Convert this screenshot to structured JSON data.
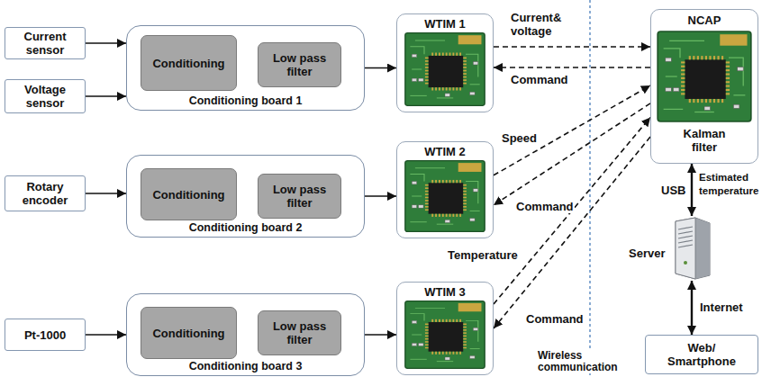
{
  "diagram": {
    "nodes": [
      {
        "text": [
          "Current sensor"
        ]
      },
      {
        "text": [
          "Voltage sensor"
        ]
      },
      {
        "text": [
          "Conditioning board 1"
        ]
      },
      {
        "text": [
          "Conditioning"
        ],
        "in": 2
      },
      {
        "text": [
          "Low pass filter"
        ],
        "in": 2
      },
      {
        "text": [
          "WTIM 1"
        ]
      },
      {
        "text": [
          "NCAP",
          "Kalman filter"
        ]
      },
      {
        "text": [
          "Rotary encoder"
        ]
      },
      {
        "text": [
          "Conditioning board 2"
        ]
      },
      {
        "text": [
          "Conditioning"
        ],
        "in": 8
      },
      {
        "text": [
          "Low pass filter"
        ],
        "in": 8
      },
      {
        "text": [
          "WTIM 2"
        ]
      },
      {
        "text": [
          "Server"
        ]
      },
      {
        "text": [
          "Pt-1000"
        ]
      },
      {
        "text": [
          "Conditioning board 3"
        ]
      },
      {
        "text": [
          "Conditioning"
        ],
        "in": 14
      },
      {
        "text": [
          "Low pass filter"
        ],
        "in": 14
      },
      {
        "text": [
          "WTIM 3"
        ]
      },
      {
        "text": [
          "Web/ Smartphone"
        ]
      }
    ],
    "edges": [
      {
        "from": 0,
        "to": 2,
        "arrow": "to"
      },
      {
        "from": 1,
        "to": 2,
        "arrow": "to"
      },
      {
        "from": 3,
        "to": 4,
        "arrow": "to"
      },
      {
        "from": 2,
        "to": 5,
        "arrow": "to"
      },
      {
        "from": 5,
        "to": 6,
        "label": "Current& voltage",
        "arrow": "to"
      },
      {
        "from": 6,
        "to": 5,
        "label": "Command",
        "arrow": "to"
      },
      {
        "from": 7,
        "to": 8,
        "arrow": "to"
      },
      {
        "from": 9,
        "to": 10,
        "arrow": "to"
      },
      {
        "from": 8,
        "to": 11,
        "arrow": "to"
      },
      {
        "from": 11,
        "to": 6,
        "label": "Speed",
        "arrow": "to"
      },
      {
        "from": 6,
        "to": 11,
        "label": "Command",
        "arrow": "to"
      },
      {
        "from": 13,
        "to": 14,
        "arrow": "to"
      },
      {
        "from": 15,
        "to": 16,
        "arrow": "to"
      },
      {
        "from": 14,
        "to": 17,
        "arrow": "to"
      },
      {
        "from": 17,
        "to": 6,
        "label": "Temperature",
        "arrow": "to"
      },
      {
        "from": 6,
        "to": 17,
        "label": "Command",
        "arrow": "to"
      },
      {
        "from": 6,
        "to": 12,
        "label": "Estimated temperature",
        "arrow": "both"
      },
      {
        "from": 12,
        "to": 18,
        "label": "Internet",
        "arrow": "both"
      }
    ],
    "labels": [
      "USB",
      "Wireless communication"
    ]
  }
}
